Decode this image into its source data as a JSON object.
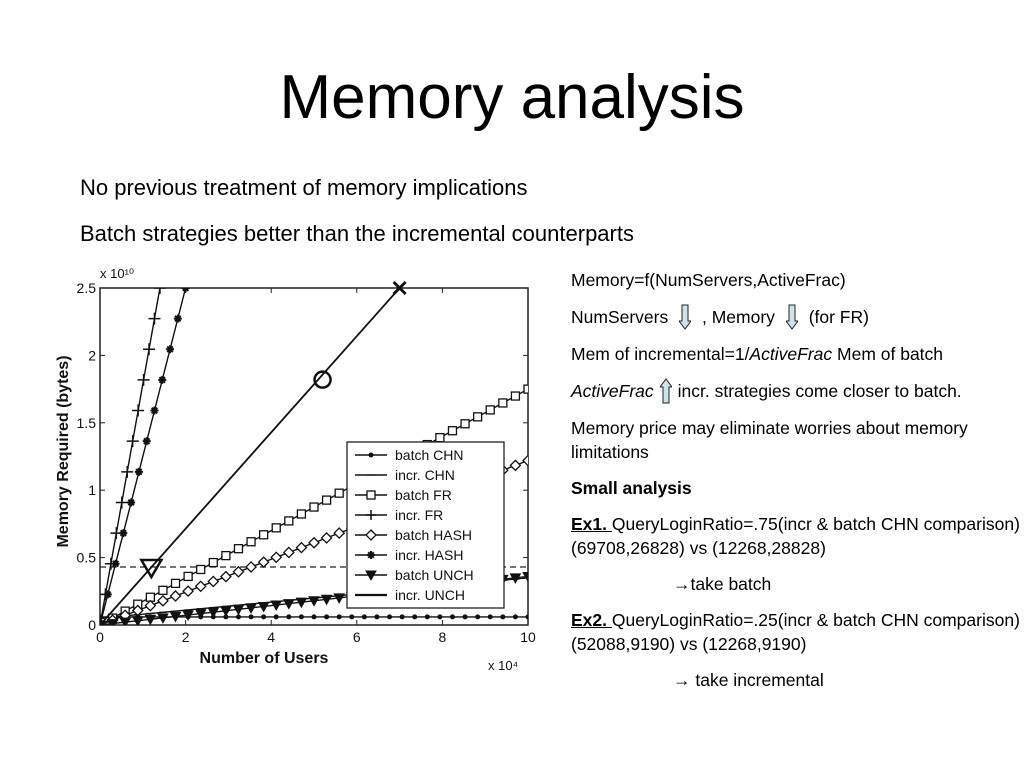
{
  "slide": {
    "title": "Memory analysis",
    "bullets": [
      "No previous treatment of memory implications",
      "Batch strategies better than the incremental counterparts"
    ]
  },
  "notes": {
    "line1": "Memory=f(NumServers,ActiveFrac)",
    "line2_a": "NumServers",
    "line2_b": ", Memory",
    "line2_c": "(for FR)",
    "line3_a": "Mem of incremental=1/",
    "line3_b": "ActiveFrac",
    "line3_c": " Mem of batch",
    "line4_a": "ActiveFrac",
    "line4_b": "incr. strategies come closer to batch.",
    "line5": "Memory price may eliminate worries about memory limitations",
    "line6": "Small analysis",
    "ex1_label": "Ex1. ",
    "ex1_text": "QueryLoginRatio=.75(incr & batch CHN comparison) (69708,26828) vs (12268,28828)",
    "ex1_result": "→take batch",
    "ex2_label": "Ex2. ",
    "ex2_text": "QueryLoginRatio=.25(incr & batch CHN comparison) (52088,9190) vs (12268,9190)",
    "ex2_result": "→ take incremental",
    "icons": [
      "arrow-down-icon",
      "arrow-down-icon",
      "arrow-up-icon"
    ],
    "arrow_color": "#cfe4ea"
  },
  "chart_data": {
    "type": "line",
    "xlabel": "Number of Users",
    "ylabel": "Memory Required (bytes)",
    "x_multiplier": "x 10⁴",
    "y_multiplier": "x 10¹⁰",
    "xlim": [
      0,
      10
    ],
    "ylim": [
      0,
      2.5
    ],
    "xticks": [
      0,
      2,
      4,
      6,
      8,
      10
    ],
    "yticks": [
      0,
      0.5,
      1,
      1.5,
      2,
      2.5
    ],
    "xtick_labels": [
      "0",
      "2",
      "4",
      "6",
      "8",
      "10"
    ],
    "ytick_labels": [
      "0",
      "0.5",
      "1",
      "1.5",
      "2",
      "2.5"
    ],
    "grid": false,
    "legend": "center-right",
    "series": [
      {
        "name": "batch CHN",
        "marker": "dot",
        "x": [
          0,
          10
        ],
        "y": [
          0.06,
          0.06
        ]
      },
      {
        "name": "incr. CHN",
        "marker": "tick",
        "x": [
          0,
          10
        ],
        "y": [
          0.05,
          0.35
        ]
      },
      {
        "name": "batch FR",
        "marker": "square",
        "x": [
          0,
          10
        ],
        "y": [
          0,
          1.75
        ]
      },
      {
        "name": "incr. FR",
        "marker": "plus",
        "x": [
          0,
          1.4
        ],
        "y": [
          0,
          2.5
        ]
      },
      {
        "name": "batch HASH",
        "marker": "diamond",
        "x": [
          0,
          10
        ],
        "y": [
          0,
          1.22
        ]
      },
      {
        "name": "incr. HASH",
        "marker": "star",
        "x": [
          0,
          2.0
        ],
        "y": [
          0,
          2.5
        ]
      },
      {
        "name": "batch UNCH",
        "marker": "triangle",
        "x": [
          0,
          10
        ],
        "y": [
          0,
          0.36
        ]
      },
      {
        "name": "incr. UNCH",
        "marker": "none",
        "x": [
          0,
          7.0
        ],
        "y": [
          0,
          2.5
        ]
      }
    ],
    "reference_line": {
      "y": 0.43,
      "style": "dashed"
    },
    "large_markers": [
      {
        "shape": "circle",
        "x": 5.2,
        "y": 1.82
      },
      {
        "shape": "cross",
        "x": 7.0,
        "y": 2.5
      },
      {
        "shape": "triangle",
        "x": 1.2,
        "y": 0.43
      }
    ]
  }
}
